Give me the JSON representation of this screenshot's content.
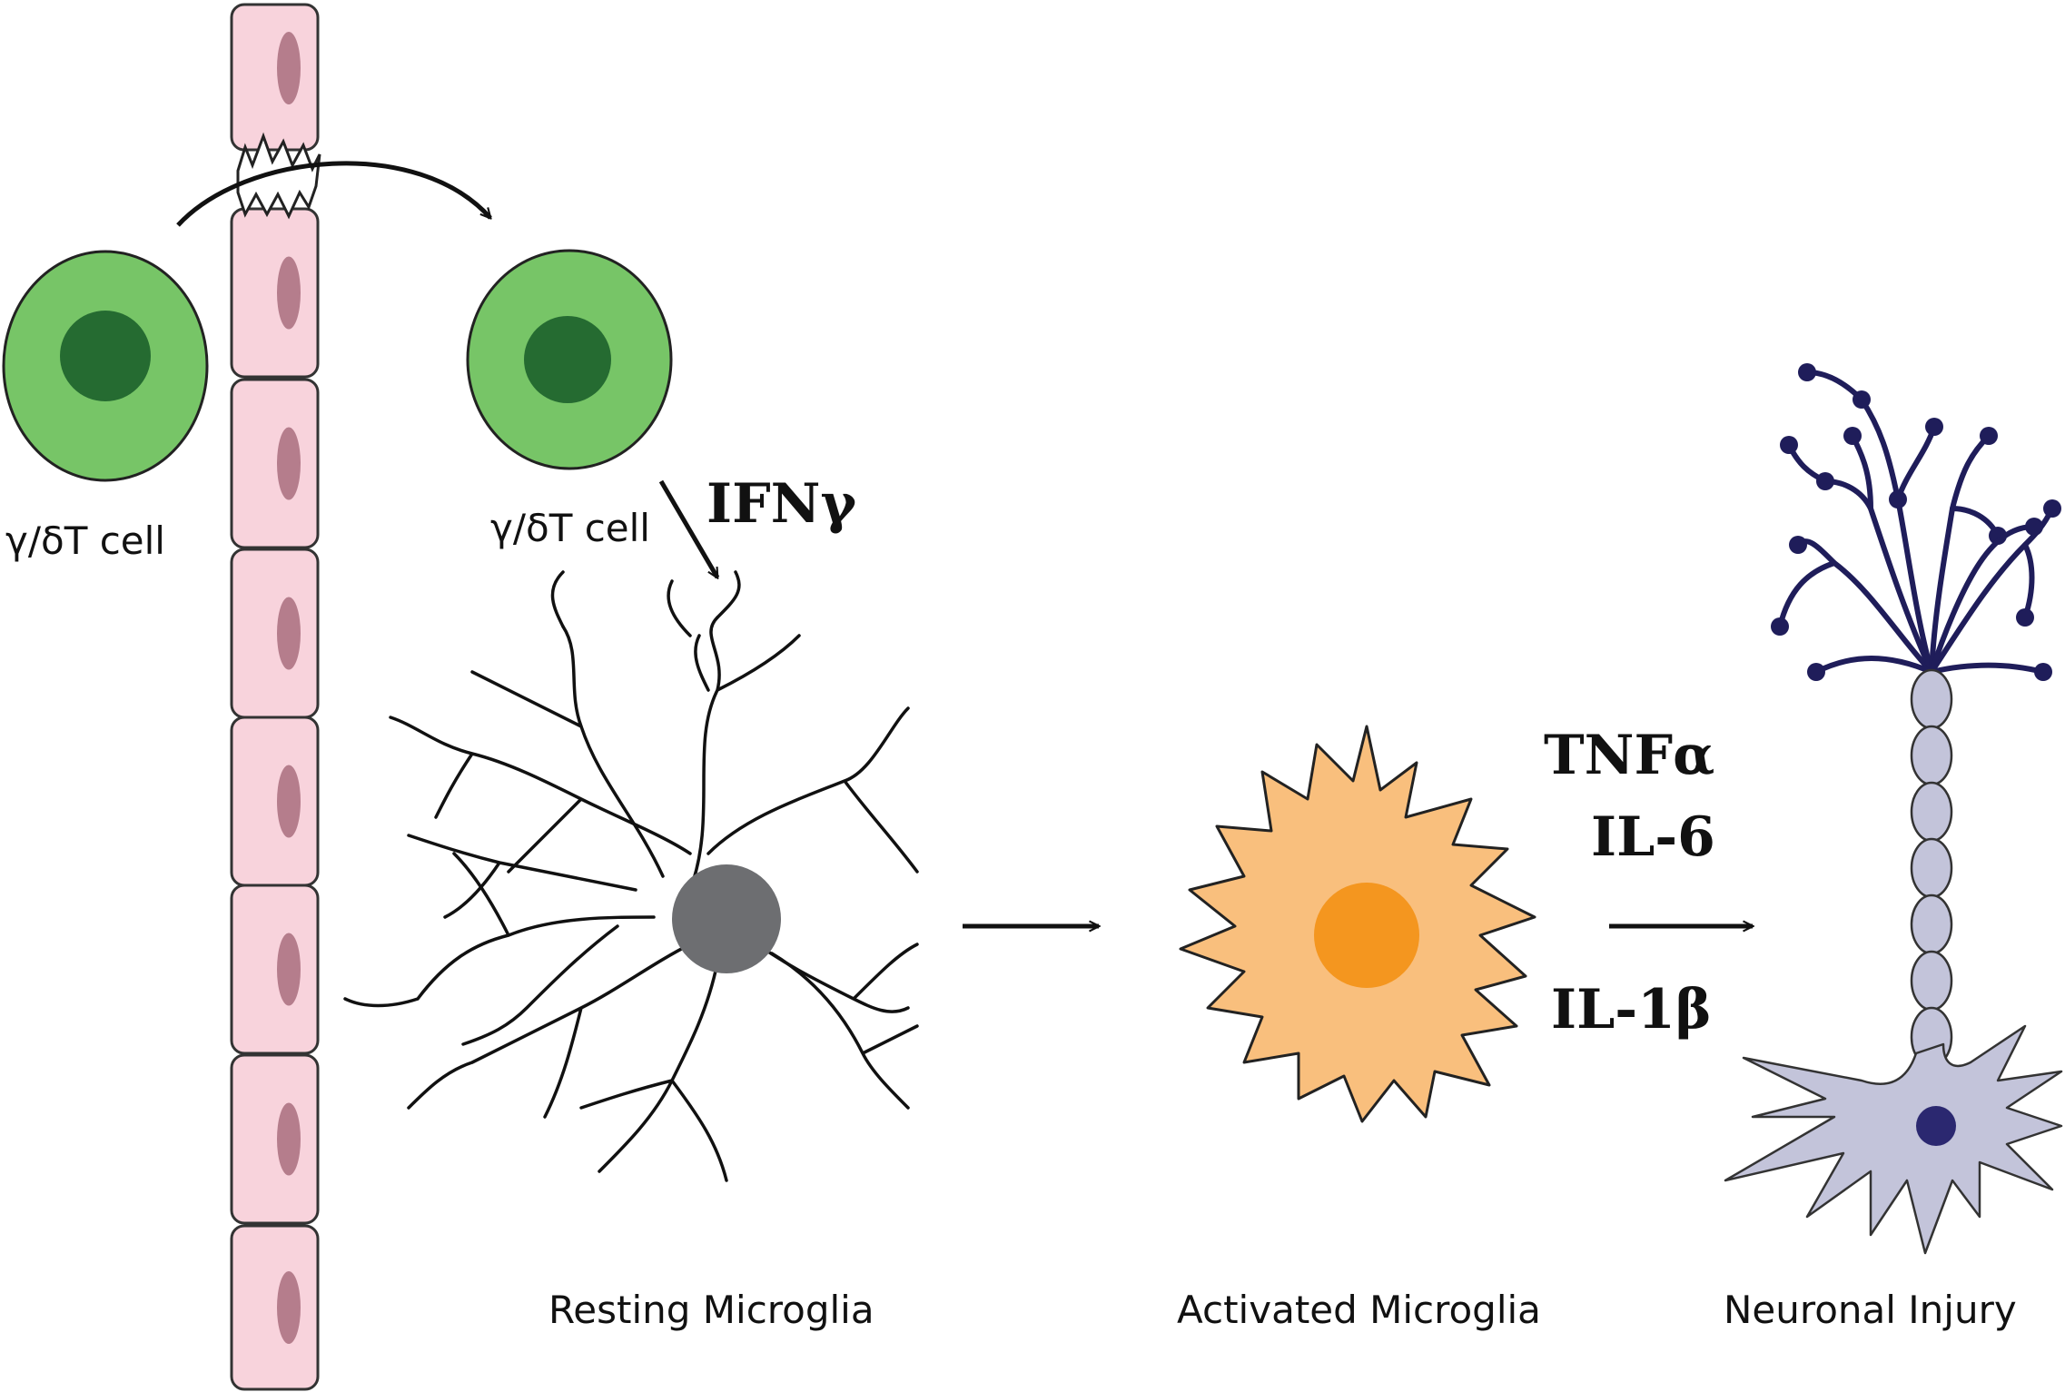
{
  "labels": {
    "tcell_left": "γ/δT cell",
    "tcell_right": "γ/δT cell",
    "ifn": "IFNγ",
    "resting": "Resting Microglia",
    "activated": "Activated Microglia",
    "tnf": "TNFα",
    "il6": "IL-6",
    "il1b": "IL-1β",
    "injury": "Neuronal Injury"
  },
  "colors": {
    "endothelium_fill": "#f8d3dc",
    "endothelium_nucleus": "#b57d8c",
    "tcell_fill": "#77c567",
    "tcell_nucleus": "#256b31",
    "resting_nucleus": "#6d6e71",
    "activated_fill": "#f9bf7d",
    "activated_nucleus": "#f4961f",
    "neuron_body": "#c3c4da",
    "neuron_dendrites": "#1f1d5a",
    "neuron_nucleus": "#2b2870"
  }
}
